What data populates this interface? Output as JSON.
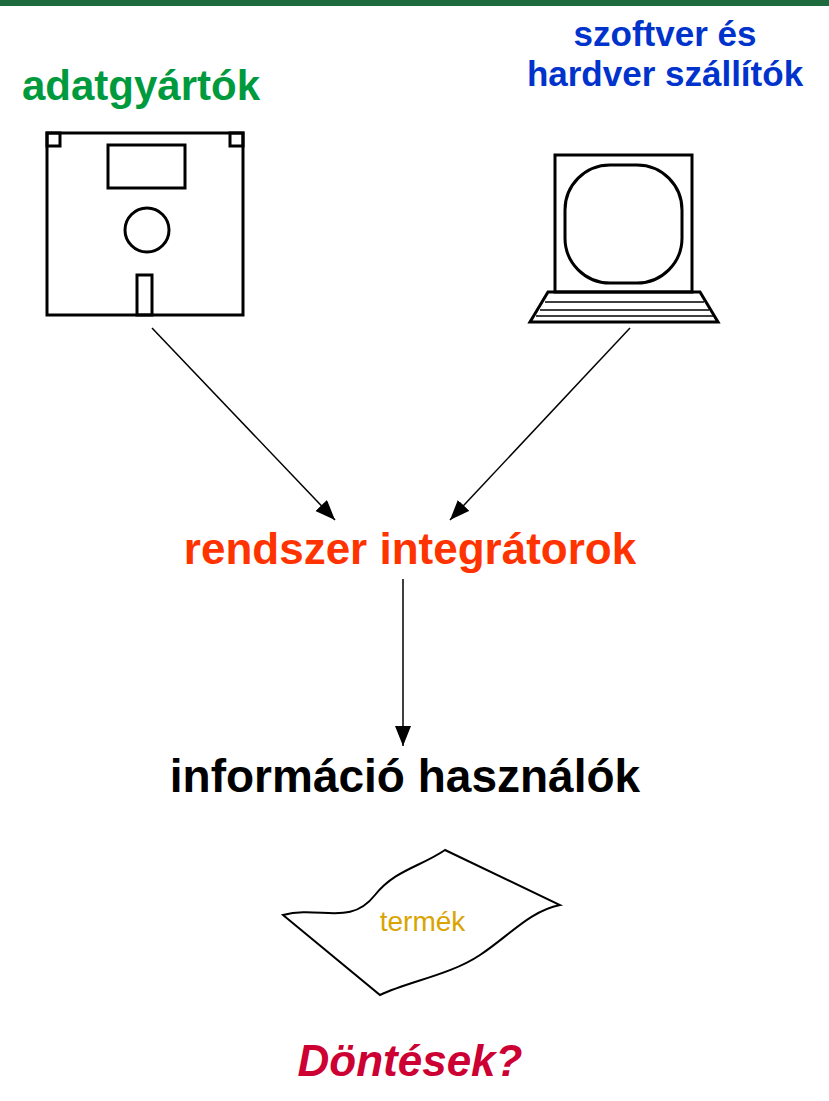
{
  "diagram": {
    "nodes": [
      {
        "text": [
          "adatgyártók"
        ]
      },
      {
        "text": [
          "szoftver és hardver szállítók"
        ]
      },
      {
        "text": [
          "rendszer integrátorok"
        ]
      },
      {
        "text": [
          "információ használók"
        ]
      },
      {
        "text": [
          "termék"
        ]
      }
    ],
    "edges": [
      {
        "from": 0,
        "to": 2,
        "arrow": "to"
      },
      {
        "from": 1,
        "to": 2,
        "arrow": "to"
      },
      {
        "from": 2,
        "to": 3,
        "arrow": "to"
      }
    ],
    "labels": [
      "Döntések?"
    ]
  }
}
